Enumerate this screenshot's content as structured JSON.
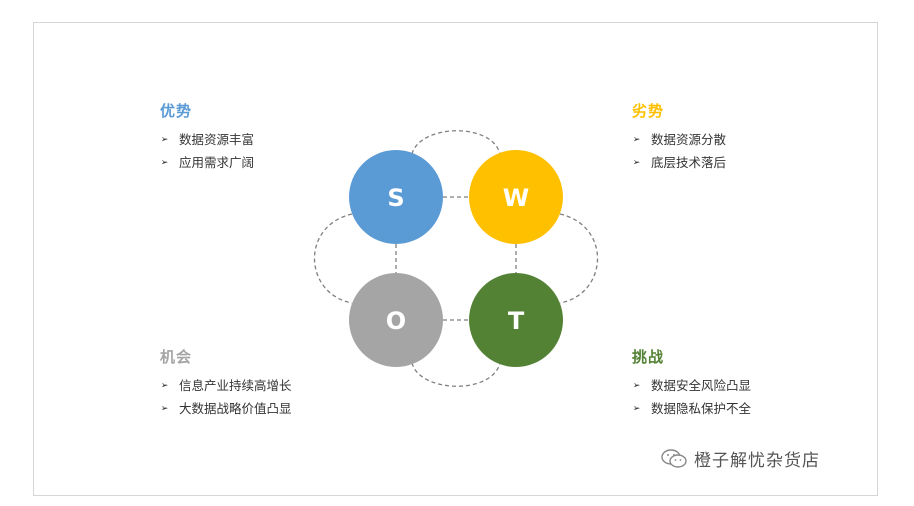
{
  "quadrants": {
    "strengths": {
      "title": "优势",
      "color": "#5b9bd5",
      "letter": "S",
      "items": [
        "数据资源丰富",
        "应用需求广阔"
      ]
    },
    "weaknesses": {
      "title": "劣势",
      "color": "#ffc000",
      "letter": "W",
      "items": [
        "数据资源分散",
        "底层技术落后"
      ]
    },
    "opportunities": {
      "title": "机会",
      "color": "#a5a5a5",
      "letter": "O",
      "items": [
        "信息产业持续高增长",
        "大数据战略价值凸显"
      ]
    },
    "threats": {
      "title": "挑战",
      "color": "#548235",
      "letter": "T",
      "items": [
        "数据安全风险凸显",
        "数据隐私保护不全"
      ]
    }
  },
  "bullet_glyph": "➢",
  "watermark": {
    "text": "橙子解忧杂货店",
    "icon": "wechat-icon"
  }
}
